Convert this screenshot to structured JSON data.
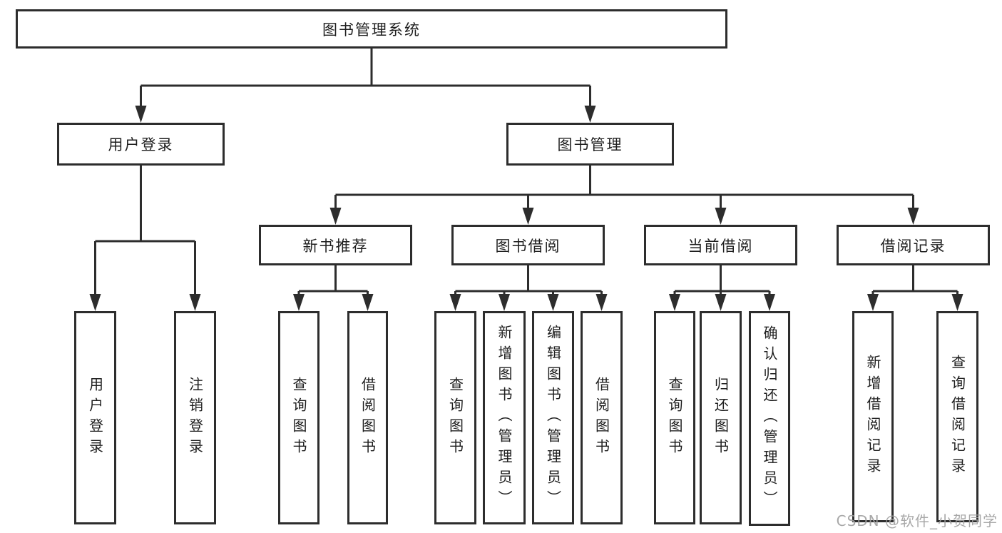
{
  "page": {
    "background": "#ffffff"
  },
  "colors": {
    "line": "#2d2d2d",
    "box_border": "#2d2d2d",
    "text": "#1e1e1e",
    "watermark": "#9e9e9e"
  },
  "watermark": {
    "text": "CSDN @软件_小贺同学"
  },
  "tree": {
    "root": {
      "label": "图书管理系统"
    },
    "level2": [
      {
        "id": "user-login",
        "label": "用户登录"
      },
      {
        "id": "book-management",
        "label": "图书管理"
      }
    ],
    "modules": [
      {
        "id": "new-book-recommend",
        "label": "新书推荐"
      },
      {
        "id": "book-borrow",
        "label": "图书借阅"
      },
      {
        "id": "current-borrow",
        "label": "当前借阅"
      },
      {
        "id": "borrow-record",
        "label": "借阅记录"
      }
    ],
    "leaves": {
      "user_login": [
        "用户登录",
        "注销登录"
      ],
      "new_book_recommend": [
        "查询图书",
        "借阅图书"
      ],
      "book_borrow": [
        "查询图书",
        "新增图书（管理员）",
        "编辑图书（管理员）",
        "借阅图书"
      ],
      "current_borrow": [
        "查询图书",
        "归还图书",
        "确认归还（管理员）"
      ],
      "borrow_record": [
        "新增借阅记录",
        "查询借阅记录"
      ]
    }
  }
}
